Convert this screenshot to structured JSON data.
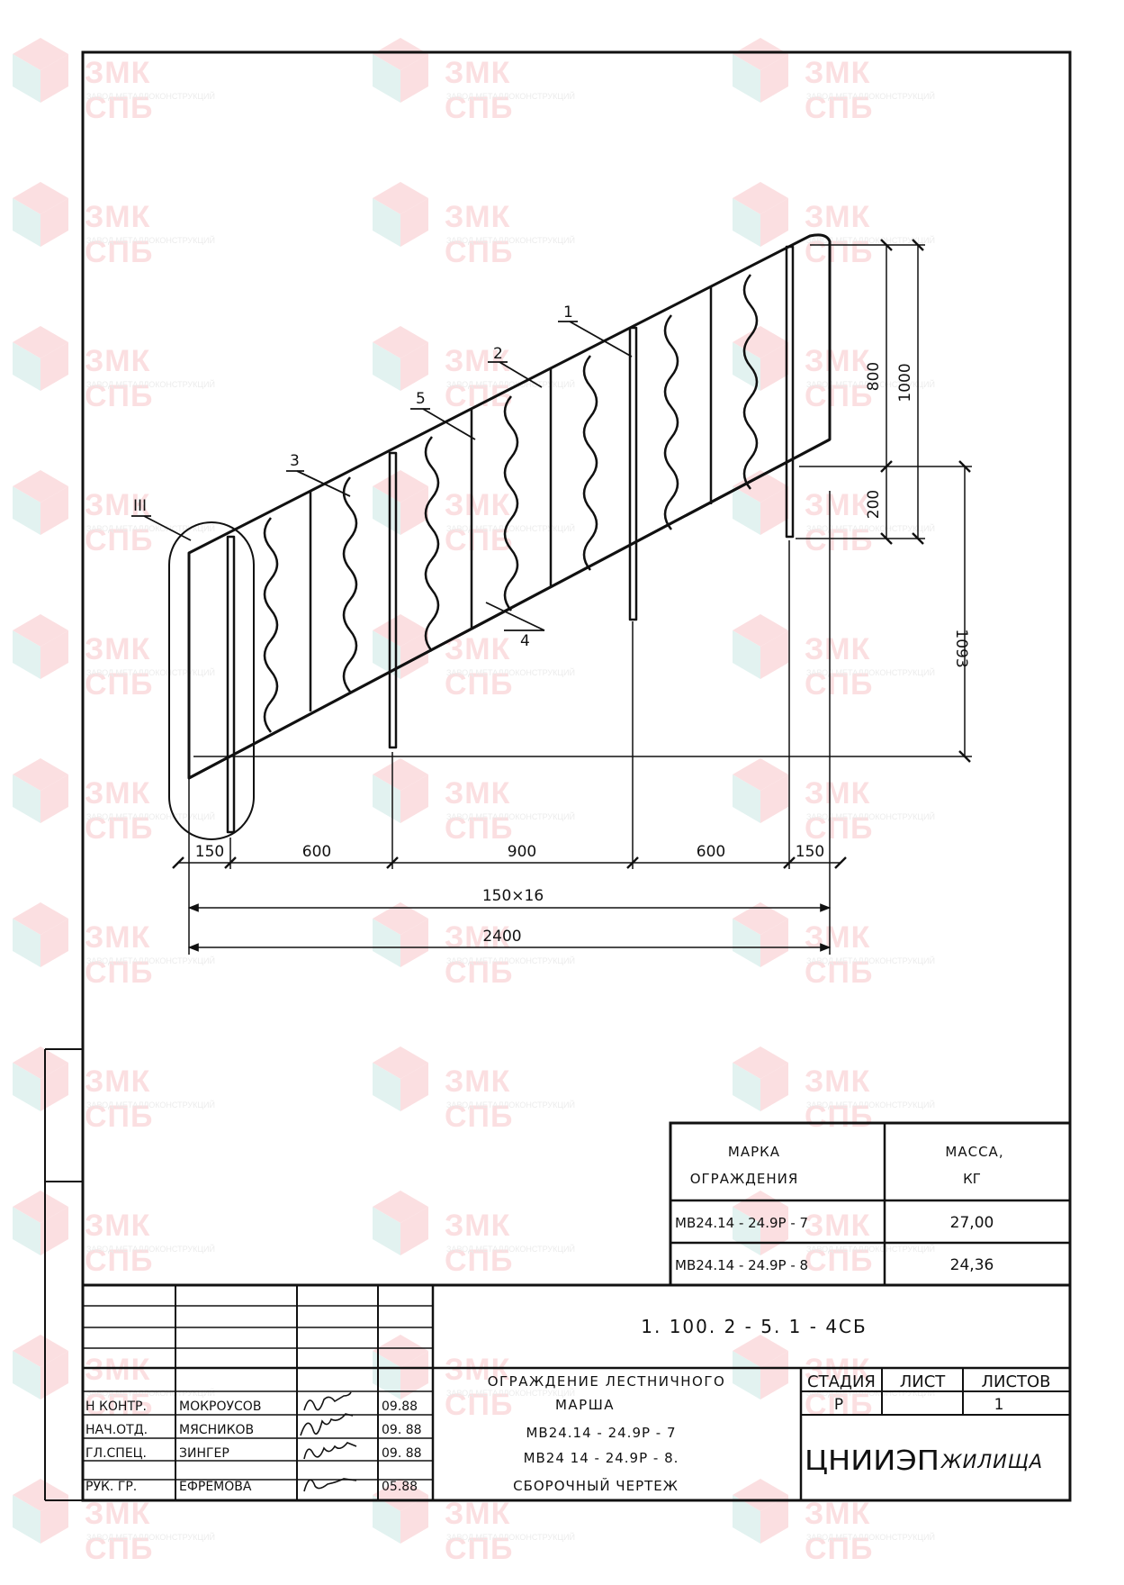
{
  "watermark": {
    "brand": "ЗМК СПБ",
    "subtitle": "ЗАВОД МЕТАЛЛОКОНСТРУКЦИЙ"
  },
  "drawing": {
    "callouts": {
      "c1": "1",
      "c2": "2",
      "c3": "3",
      "c4": "4",
      "c5": "5",
      "node": "III"
    },
    "dimensions": {
      "d150a": "150",
      "d600a": "600",
      "d900": "900",
      "d600b": "600",
      "d150b": "150",
      "step": "150×16",
      "total": "2400",
      "h800": "800",
      "h1000": "1000",
      "h200": "200",
      "h1093": "1093"
    }
  },
  "mass_table": {
    "headers": {
      "mark_l1": "МАРКА",
      "mark_l2": "ОГРАЖДЕНИЯ",
      "mass_l1": "МАССА,",
      "mass_l2": "КГ"
    },
    "rows": [
      {
        "mark": "МВ24.14 - 24.9Р - 7",
        "mass": "27,00"
      },
      {
        "mark": "МВ24.14 - 24.9Р - 8",
        "mass": "24,36"
      }
    ]
  },
  "title_block": {
    "doc_code": "1. 100. 2 - 5. 1 - 4СБ",
    "title": [
      "ОГРАЖДЕНИЕ ЛЕСТНИЧНОГО",
      "МАРША",
      "МВ24.14 - 24.9Р - 7",
      "МВ24 14 - 24.9Р - 8.",
      "СБОРОЧНЫЙ ЧЕРТЕЖ"
    ],
    "stage_label": "СТАДИЯ",
    "sheet_label": "ЛИСТ",
    "sheets_label": "ЛИСТОВ",
    "stage": "Р",
    "sheet": "",
    "sheets": "1",
    "org": "ЦНИИЭП",
    "org_suffix": "ЖИЛИЩА",
    "signatures": [
      {
        "role": "Н КОНТР.",
        "name": "МОКРОУСОВ",
        "date": "09.88"
      },
      {
        "role": "НАЧ.ОТД.",
        "name": "МЯСНИКОВ",
        "date": "09. 88"
      },
      {
        "role": "ГЛ.СПЕЦ.",
        "name": "ЗИНГЕР",
        "date": "09. 88"
      },
      {
        "role": "РУК. ГР.",
        "name": "ЕФРЕМОВА",
        "date": "05.88"
      }
    ]
  },
  "colors": {
    "ink": "#111111",
    "watermark_red": "#e8404a",
    "watermark_teal": "#4fb3a9"
  }
}
